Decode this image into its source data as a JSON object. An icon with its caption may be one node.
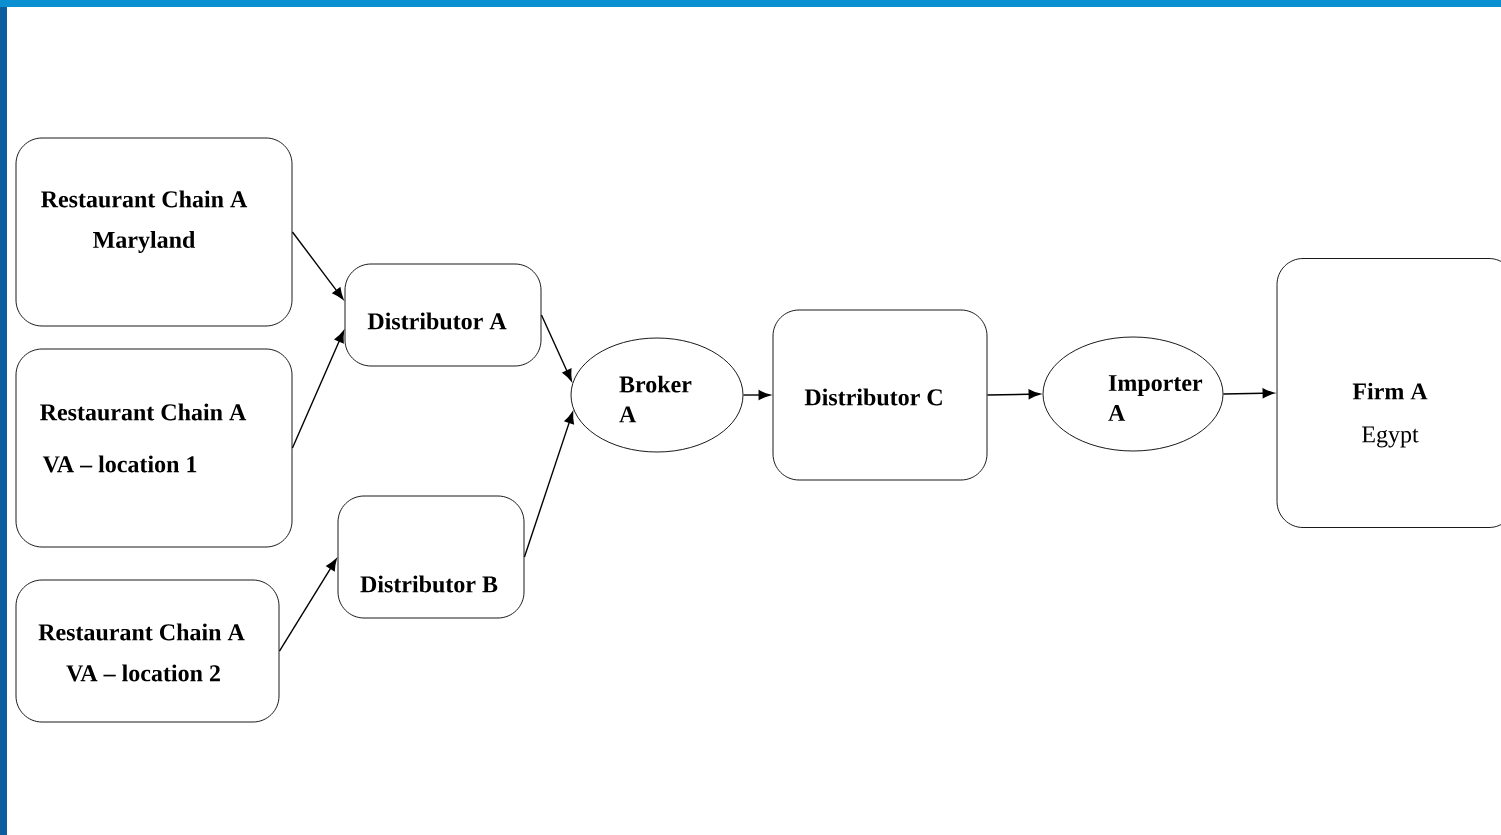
{
  "diagram": {
    "nodes": [
      {
        "text": [
          "Restaurant Chain A",
          "Maryland"
        ]
      },
      {
        "text": [
          "Restaurant Chain A",
          "VA – location 1"
        ]
      },
      {
        "text": [
          "Restaurant Chain A",
          "VA – location 2"
        ]
      },
      {
        "text": [
          "Distributor A"
        ]
      },
      {
        "text": [
          "Distributor B"
        ]
      },
      {
        "text": [
          "Broker A"
        ]
      },
      {
        "text": [
          "Distributor C"
        ]
      },
      {
        "text": [
          "Importer A"
        ]
      },
      {
        "text": [
          "Firm A",
          "Egypt"
        ]
      }
    ],
    "edges": [
      {
        "from": 0,
        "to": 3,
        "arrow": "to"
      },
      {
        "from": 1,
        "to": 3,
        "arrow": "to"
      },
      {
        "from": 2,
        "to": 4,
        "arrow": "to"
      },
      {
        "from": 3,
        "to": 5,
        "arrow": "to"
      },
      {
        "from": 4,
        "to": 5,
        "arrow": "to"
      },
      {
        "from": 5,
        "to": 6,
        "arrow": "to"
      },
      {
        "from": 6,
        "to": 7,
        "arrow": "to"
      },
      {
        "from": 7,
        "to": 8,
        "arrow": "to"
      }
    ]
  }
}
